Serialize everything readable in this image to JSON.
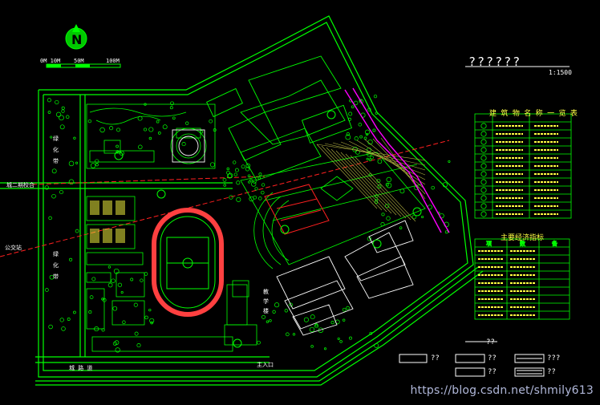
{
  "title": "??????",
  "scale": "1:1500",
  "scalebar": {
    "l0": "0M 10M",
    "l1": "50M",
    "l2": "100M"
  },
  "north_label": "N",
  "table1_title": "建 筑 物 名 称 一 览 表",
  "table2_title": "主要经济指标",
  "table2_headers": [
    "项",
    "数",
    "备"
  ],
  "legend": [
    "??",
    "??",
    "???",
    "??",
    "??"
  ],
  "labels": {
    "west_road": "城二期校合",
    "bus": "公交站",
    "green1": "绿 化 带",
    "green2": "绿 化 带",
    "south_road": "城   路   道",
    "gate": "主入口",
    "east": "教 学 楼"
  },
  "watermark": "https://blog.csdn.net/shmily613",
  "colors": {
    "line": "#00ff00",
    "red": "#ff2020",
    "magenta": "#ff00ff",
    "white": "#ffffff",
    "yellow": "#ffff40"
  }
}
